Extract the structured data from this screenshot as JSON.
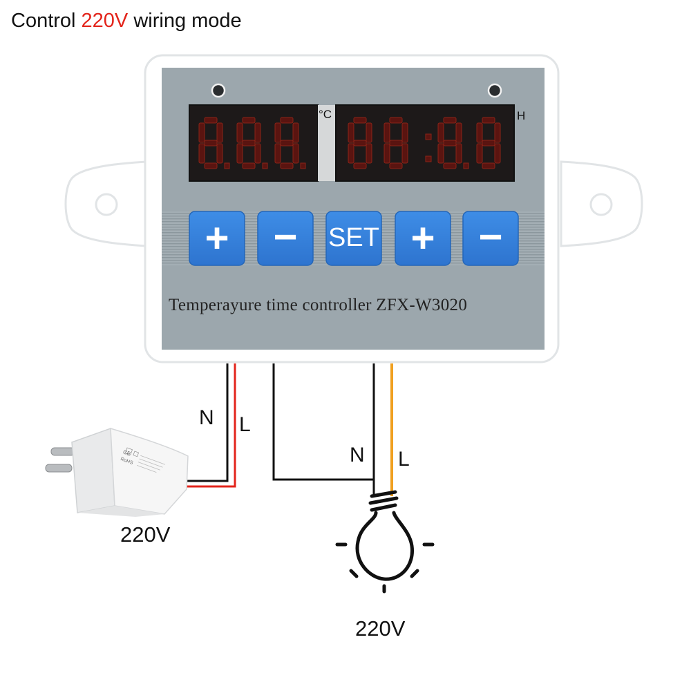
{
  "header": {
    "title_prefix": "Control ",
    "title_voltage": "220V",
    "title_suffix": " wiring mode"
  },
  "device": {
    "model_text": "Temperayure time controller ZFX-W3020",
    "temp_unit": "°C",
    "time_unit": "H",
    "buttons": [
      "+",
      "−",
      "SET",
      "+",
      "−"
    ]
  },
  "wiring": {
    "left_labels": {
      "neutral": "N",
      "live": "L"
    },
    "right_labels": {
      "neutral": "N",
      "live": "L"
    },
    "source_voltage": "220V",
    "load_voltage": "220V",
    "colors": {
      "live_source": "#e3241b",
      "live_load": "#f0a020",
      "neutral": "#111111"
    }
  },
  "adapter": {
    "mark_ce": "CE",
    "mark_rohs": "RoHS"
  }
}
